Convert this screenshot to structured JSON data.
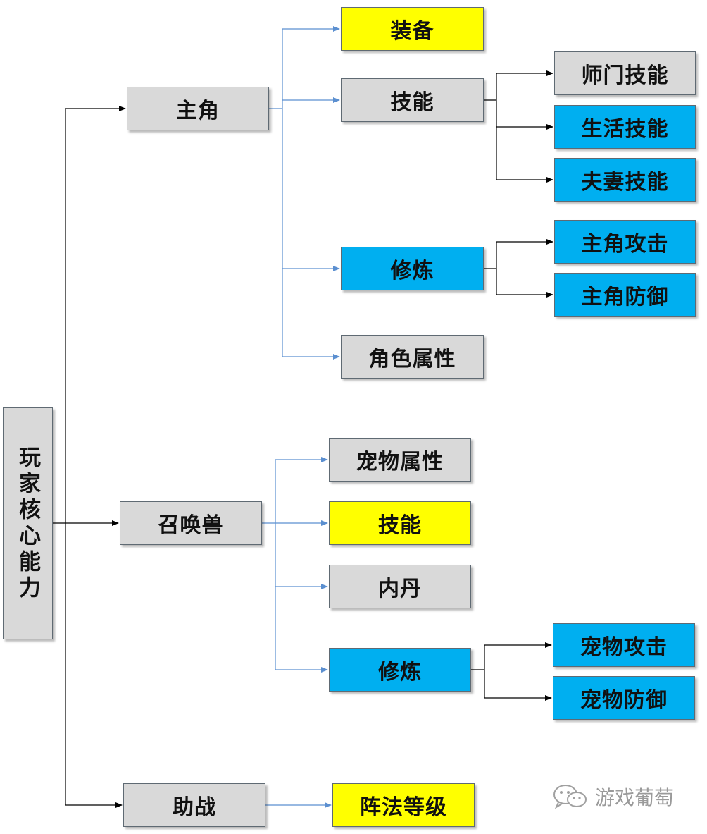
{
  "diagram": {
    "root": {
      "label": "玩家核心能力"
    },
    "branches": [
      {
        "label": "主角",
        "children": [
          {
            "label": "装备",
            "color": "yellow"
          },
          {
            "label": "技能",
            "color": "gray",
            "children": [
              {
                "label": "师门技能",
                "color": "gray"
              },
              {
                "label": "生活技能",
                "color": "blue"
              },
              {
                "label": "夫妻技能",
                "color": "blue"
              }
            ]
          },
          {
            "label": "修炼",
            "color": "blue",
            "children": [
              {
                "label": "主角攻击",
                "color": "blue"
              },
              {
                "label": "主角防御",
                "color": "blue"
              }
            ]
          },
          {
            "label": "角色属性",
            "color": "gray"
          }
        ]
      },
      {
        "label": "召唤兽",
        "children": [
          {
            "label": "宠物属性",
            "color": "gray"
          },
          {
            "label": "技能",
            "color": "yellow"
          },
          {
            "label": "内丹",
            "color": "gray"
          },
          {
            "label": "修炼",
            "color": "blue",
            "children": [
              {
                "label": "宠物攻击",
                "color": "blue"
              },
              {
                "label": "宠物防御",
                "color": "blue"
              }
            ]
          }
        ]
      },
      {
        "label": "助战",
        "children": [
          {
            "label": "阵法等级",
            "color": "yellow"
          }
        ]
      }
    ]
  },
  "colors": {
    "gray_fill": "#d9d9d9",
    "blue_fill": "#00aff0",
    "yellow_fill": "#ffff00",
    "black_connector": "#000000",
    "blue_connector": "#5b8fd0"
  },
  "watermark": {
    "text": "游戏葡萄",
    "icon": "wechat-icon"
  }
}
